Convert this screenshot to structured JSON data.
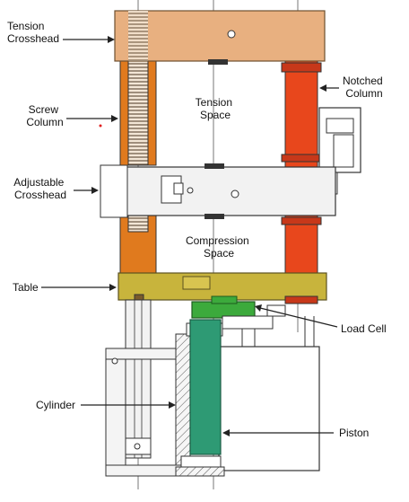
{
  "diagram": {
    "labels": {
      "tension_crosshead": [
        "Tension",
        "Crosshead"
      ],
      "screw_column": [
        "Screw",
        "Column"
      ],
      "adjustable_crosshead": [
        "Adjustable",
        "Crosshead"
      ],
      "table": "Table",
      "cylinder": "Cylinder",
      "notched_column": [
        "Notched",
        "Column"
      ],
      "tension_space": [
        "Tension",
        "Space"
      ],
      "compression_space": [
        "Compression",
        "Space"
      ],
      "load_cell": "Load Cell",
      "piston": "Piston"
    },
    "colors": {
      "crosshead": "#e8b080",
      "screw_column": "#e07a1e",
      "notched_column": "#e8471c",
      "table": "#c8b43c",
      "load_cell": "#3caa3c",
      "piston": "#2e9a74",
      "adjustable_crosshead": "#f2f2f2",
      "cylinder": "#f4f4f4"
    }
  }
}
